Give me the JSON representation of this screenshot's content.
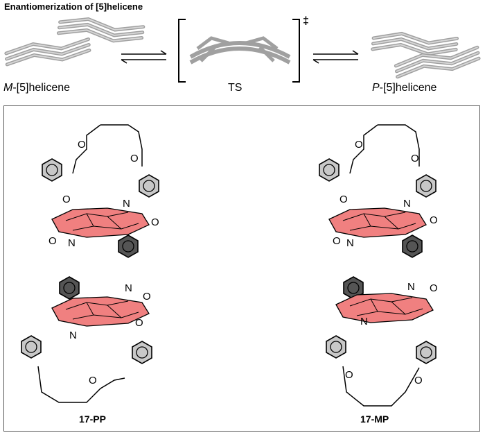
{
  "title": "Enantiomerization of [5]helicene",
  "top": {
    "left_label_prefix": "M",
    "left_label_rest": "-[5]helicene",
    "center_label": "TS",
    "right_label_prefix": "P",
    "right_label_rest": "-[5]helicene",
    "ts_symbol": "‡"
  },
  "molecules": [
    {
      "label": "17-PP"
    },
    {
      "label": "17-MP"
    }
  ],
  "atoms": {
    "oxygen": "O",
    "nitrogen": "N"
  },
  "colors": {
    "helicene_fill": "#f08080",
    "phenyl_dark": "#555555",
    "phenyl_light": "#c8c8c8",
    "stick": "#a0a0a0"
  }
}
